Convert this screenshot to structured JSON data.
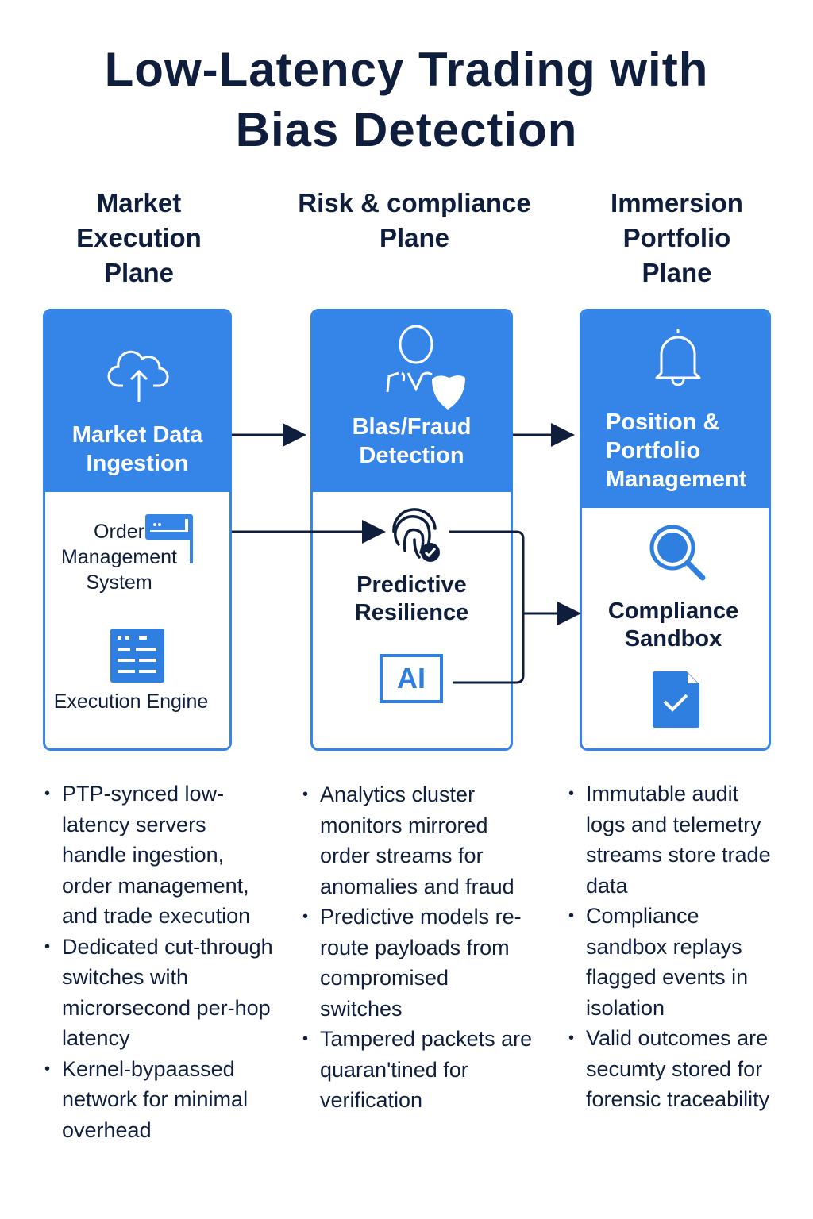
{
  "title": {
    "line1": "Low-Latency Trading with",
    "line2": "Bias Detection"
  },
  "colors": {
    "accent": "#3585e8",
    "text": "#0f1e3c"
  },
  "columns": [
    {
      "heading": "Market Execution Plane",
      "header_label": "Market Data Ingestion",
      "header_icon": "cloud-upload-icon",
      "items": [
        {
          "label": "Order Management System",
          "icon": "server-icon"
        },
        {
          "label": "Execution Engine",
          "icon": "list-app-icon"
        }
      ],
      "bullets": [
        "PTP-synced low-latency servers handle ingestion, order management, and trade execution",
        "Dedicated cut-through switches with microrsecond per-hop latency",
        "Kernel-bypaassed network for minimal overhead"
      ]
    },
    {
      "heading": "Risk & compliance Plane",
      "header_label": "Blas/Fraud Detection",
      "header_icon": "user-shield-icon",
      "items": [
        {
          "label": "Predictive Resilience",
          "icon": "fingerprint-check-icon"
        },
        {
          "label": "AI",
          "icon": "ai-chip-icon"
        }
      ],
      "bullets": [
        "Analytics cluster monitors mirrored order streams for anomalies and fraud",
        "Predictive models re-route payloads from compromised switches",
        "Tampered packets are quaran'tined for verification"
      ]
    },
    {
      "heading": "Immersion Portfolio Plane",
      "header_label": "Position & Portfolio Management",
      "header_icon": "bell-icon",
      "items": [
        {
          "label": "Compliance Sandbox",
          "icon": "magnifier-icon"
        },
        {
          "label": "",
          "icon": "document-check-icon"
        }
      ],
      "bullets": [
        "Immutable audit logs and telemetry streams store trade data",
        "Compliance sandbox replays flagged events in isolation",
        "Valid outcomes are secumty stored for forensic traceability"
      ]
    }
  ]
}
